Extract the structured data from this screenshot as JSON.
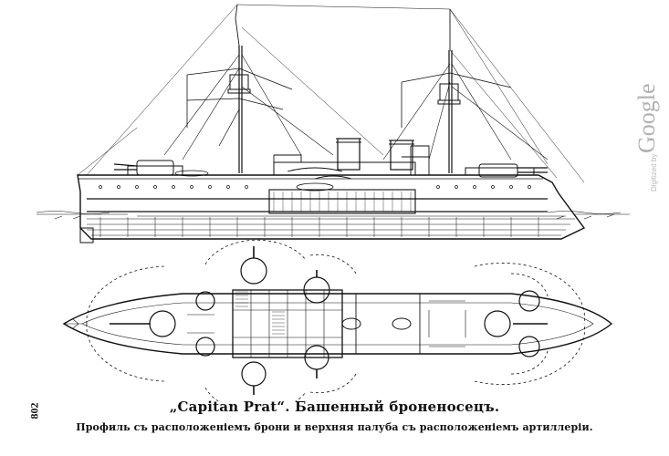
{
  "caption": {
    "title": "„Capitan Prat“. Башенный броненосецъ.",
    "subtitle": "Профиль съ расположеніемъ брони и верхняя палуба съ расположеніемъ артиллеріи."
  },
  "page_number": "802",
  "watermark": {
    "prefix": "Digitized by",
    "brand": "Google"
  }
}
